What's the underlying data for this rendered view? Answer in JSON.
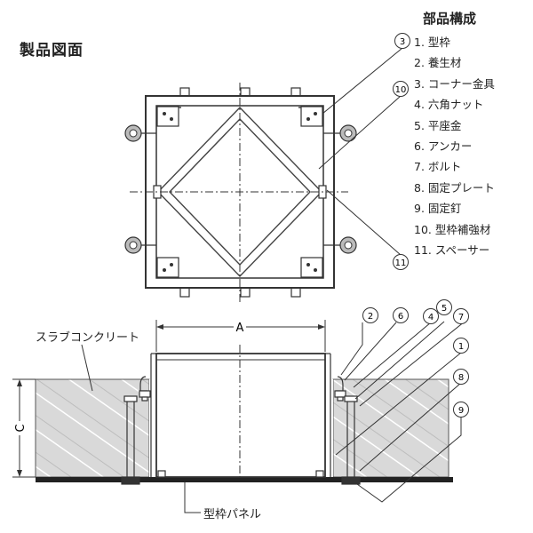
{
  "title": "製品図面",
  "parts_title": "部品構成",
  "parts": [
    "1. 型枠",
    "2. 養生材",
    "3. コーナー金具",
    "4. 六角ナット",
    "5. 平座金",
    "6. アンカー",
    "7. ボルト",
    "8. 固定プレート",
    "9. 固定釘",
    "10. 型枠補強材",
    "11. スペーサー"
  ],
  "labels": {
    "slab": "スラブコンクリート",
    "panel": "型枠パネル",
    "dim_a": "A",
    "dim_c": "C"
  },
  "callouts": [
    "1",
    "2",
    "3",
    "4",
    "5",
    "6",
    "7",
    "8",
    "9",
    "10",
    "11"
  ]
}
